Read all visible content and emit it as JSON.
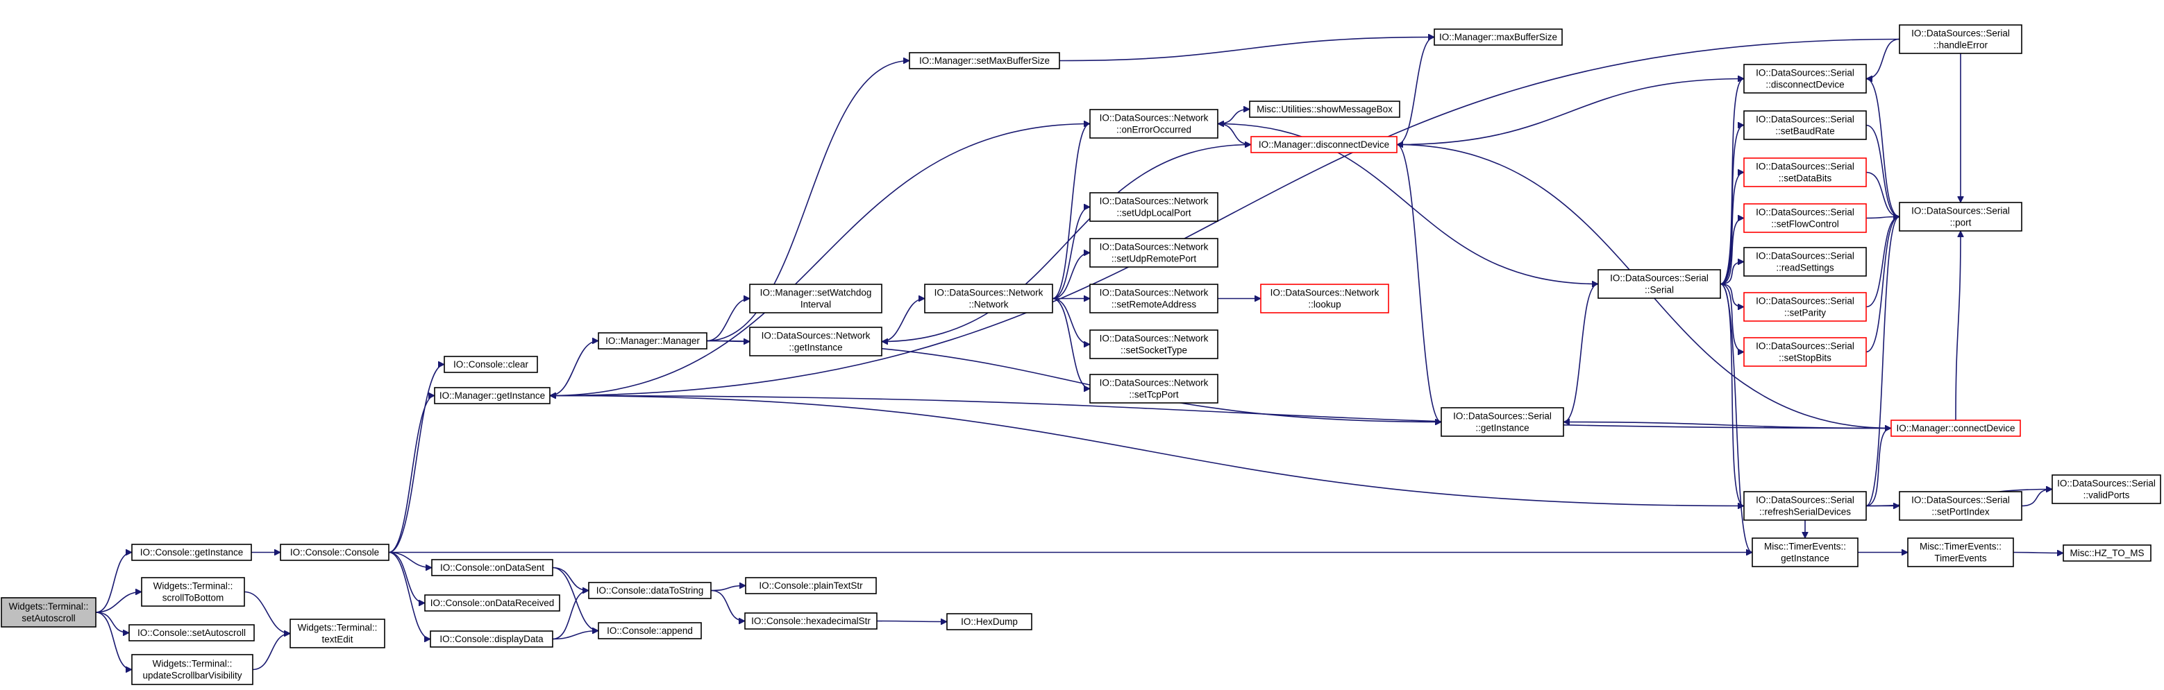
{
  "nodes": [
    {
      "id": "n_setAutoscroll",
      "lines": [
        "Widgets::Terminal::",
        "setAutoscroll"
      ],
      "style": "focus"
    },
    {
      "id": "n_consoleGetInstance",
      "lines": [
        "IO::Console::getInstance"
      ]
    },
    {
      "id": "n_scrollToBottom",
      "lines": [
        "Widgets::Terminal::",
        "scrollToBottom"
      ]
    },
    {
      "id": "n_setAutoscrollConsole",
      "lines": [
        "IO::Console::setAutoscroll"
      ]
    },
    {
      "id": "n_updateScrollbar",
      "lines": [
        "Widgets::Terminal::",
        "updateScrollbarVisibility"
      ]
    },
    {
      "id": "n_consoleConsole",
      "lines": [
        "IO::Console::Console"
      ]
    },
    {
      "id": "n_textEdit",
      "lines": [
        "Widgets::Terminal::",
        "textEdit"
      ]
    },
    {
      "id": "n_consoleClear",
      "lines": [
        "IO::Console::clear"
      ]
    },
    {
      "id": "n_managerGetInstance",
      "lines": [
        "IO::Manager::getInstance"
      ]
    },
    {
      "id": "n_onDataSent",
      "lines": [
        "IO::Console::onDataSent"
      ]
    },
    {
      "id": "n_onDataReceived",
      "lines": [
        "IO::Console::onDataReceived"
      ]
    },
    {
      "id": "n_displayData",
      "lines": [
        "IO::Console::displayData"
      ]
    },
    {
      "id": "n_dataToString",
      "lines": [
        "IO::Console::dataToString"
      ]
    },
    {
      "id": "n_append",
      "lines": [
        "IO::Console::append"
      ]
    },
    {
      "id": "n_plainTextStr",
      "lines": [
        "IO::Console::plainTextStr"
      ]
    },
    {
      "id": "n_hexadecimalStr",
      "lines": [
        "IO::Console::hexadecimalStr"
      ]
    },
    {
      "id": "n_hexDump",
      "lines": [
        "IO::HexDump"
      ]
    },
    {
      "id": "n_managerManager",
      "lines": [
        "IO::Manager::Manager"
      ]
    },
    {
      "id": "n_setMaxBufferSize",
      "lines": [
        "IO::Manager::setMaxBufferSize"
      ]
    },
    {
      "id": "n_setWatchdog",
      "lines": [
        "IO::Manager::setWatchdog",
        "Interval"
      ]
    },
    {
      "id": "n_netGetInstance",
      "lines": [
        "IO::DataSources::Network",
        "::getInstance"
      ]
    },
    {
      "id": "n_netNetwork",
      "lines": [
        "IO::DataSources::Network",
        "::Network"
      ]
    },
    {
      "id": "n_onErrorOccurred",
      "lines": [
        "IO::DataSources::Network",
        "::onErrorOccurred"
      ]
    },
    {
      "id": "n_setUdpLocalPort",
      "lines": [
        "IO::DataSources::Network",
        "::setUdpLocalPort"
      ]
    },
    {
      "id": "n_setUdpRemotePort",
      "lines": [
        "IO::DataSources::Network",
        "::setUdpRemotePort"
      ]
    },
    {
      "id": "n_setRemoteAddress",
      "lines": [
        "IO::DataSources::Network",
        "::setRemoteAddress"
      ]
    },
    {
      "id": "n_setSocketType",
      "lines": [
        "IO::DataSources::Network",
        "::setSocketType"
      ]
    },
    {
      "id": "n_setTcpPort",
      "lines": [
        "IO::DataSources::Network",
        "::setTcpPort"
      ]
    },
    {
      "id": "n_showMessageBox",
      "lines": [
        "Misc::Utilities::showMessageBox"
      ]
    },
    {
      "id": "n_disconnectDevice",
      "lines": [
        "IO::Manager::disconnectDevice"
      ],
      "style": "red"
    },
    {
      "id": "n_maxBufferSize",
      "lines": [
        "IO::Manager::maxBufferSize"
      ]
    },
    {
      "id": "n_lookup",
      "lines": [
        "IO::DataSources::Network",
        "::lookup"
      ],
      "style": "red"
    },
    {
      "id": "n_serialGetInstance",
      "lines": [
        "IO::DataSources::Serial",
        "::getInstance"
      ]
    },
    {
      "id": "n_serialSerial",
      "lines": [
        "IO::DataSources::Serial",
        "::Serial"
      ]
    },
    {
      "id": "n_serialDisconnect",
      "lines": [
        "IO::DataSources::Serial",
        "::disconnectDevice"
      ]
    },
    {
      "id": "n_setBaudRate",
      "lines": [
        "IO::DataSources::Serial",
        "::setBaudRate"
      ]
    },
    {
      "id": "n_setDataBits",
      "lines": [
        "IO::DataSources::Serial",
        "::setDataBits"
      ],
      "style": "red"
    },
    {
      "id": "n_setFlowControl",
      "lines": [
        "IO::DataSources::Serial",
        "::setFlowControl"
      ],
      "style": "red"
    },
    {
      "id": "n_readSettings",
      "lines": [
        "IO::DataSources::Serial",
        "::readSettings"
      ]
    },
    {
      "id": "n_setParity",
      "lines": [
        "IO::DataSources::Serial",
        "::setParity"
      ],
      "style": "red"
    },
    {
      "id": "n_setStopBits",
      "lines": [
        "IO::DataSources::Serial",
        "::setStopBits"
      ],
      "style": "red"
    },
    {
      "id": "n_connectDevice",
      "lines": [
        "IO::Manager::connectDevice"
      ],
      "style": "red"
    },
    {
      "id": "n_refreshSerialDevices",
      "lines": [
        "IO::DataSources::Serial",
        "::refreshSerialDevices"
      ]
    },
    {
      "id": "n_timerGetInstance",
      "lines": [
        "Misc::TimerEvents::",
        "getInstance"
      ]
    },
    {
      "id": "n_handleError",
      "lines": [
        "IO::DataSources::Serial",
        "::handleError"
      ]
    },
    {
      "id": "n_port",
      "lines": [
        "IO::DataSources::Serial",
        "::port"
      ]
    },
    {
      "id": "n_setPortIndex",
      "lines": [
        "IO::DataSources::Serial",
        "::setPortIndex"
      ]
    },
    {
      "id": "n_validPorts",
      "lines": [
        "IO::DataSources::Serial",
        "::validPorts"
      ]
    },
    {
      "id": "n_timerEvents",
      "lines": [
        "Misc::TimerEvents::",
        "TimerEvents"
      ]
    },
    {
      "id": "n_hzToMs",
      "lines": [
        "Misc::HZ_TO_MS"
      ]
    }
  ],
  "edges": [
    [
      "n_setAutoscroll",
      "n_consoleGetInstance"
    ],
    [
      "n_setAutoscroll",
      "n_scrollToBottom"
    ],
    [
      "n_setAutoscroll",
      "n_setAutoscrollConsole"
    ],
    [
      "n_setAutoscroll",
      "n_updateScrollbar"
    ],
    [
      "n_consoleGetInstance",
      "n_consoleConsole"
    ],
    [
      "n_scrollToBottom",
      "n_textEdit"
    ],
    [
      "n_updateScrollbar",
      "n_textEdit"
    ],
    [
      "n_consoleConsole",
      "n_consoleClear"
    ],
    [
      "n_consoleConsole",
      "n_managerGetInstance"
    ],
    [
      "n_consoleConsole",
      "n_onDataSent"
    ],
    [
      "n_consoleConsole",
      "n_onDataReceived"
    ],
    [
      "n_consoleConsole",
      "n_displayData"
    ],
    [
      "n_consoleConsole",
      "n_timerGetInstance"
    ],
    [
      "n_onDataSent",
      "n_dataToString"
    ],
    [
      "n_onDataSent",
      "n_append"
    ],
    [
      "n_displayData",
      "n_dataToString"
    ],
    [
      "n_displayData",
      "n_append"
    ],
    [
      "n_dataToString",
      "n_plainTextStr"
    ],
    [
      "n_dataToString",
      "n_hexadecimalStr"
    ],
    [
      "n_hexadecimalStr",
      "n_hexDump"
    ],
    [
      "n_managerGetInstance",
      "n_managerManager"
    ],
    [
      "n_managerManager",
      "n_setMaxBufferSize"
    ],
    [
      "n_managerManager",
      "n_setWatchdog"
    ],
    [
      "n_managerManager",
      "n_netGetInstance"
    ],
    [
      "n_managerManager",
      "n_serialGetInstance"
    ],
    [
      "n_setMaxBufferSize",
      "n_maxBufferSize"
    ],
    [
      "n_netGetInstance",
      "n_netNetwork"
    ],
    [
      "n_netNetwork",
      "n_onErrorOccurred"
    ],
    [
      "n_netNetwork",
      "n_setUdpLocalPort"
    ],
    [
      "n_netNetwork",
      "n_setUdpRemotePort"
    ],
    [
      "n_netNetwork",
      "n_setRemoteAddress"
    ],
    [
      "n_netNetwork",
      "n_setSocketType"
    ],
    [
      "n_netNetwork",
      "n_setTcpPort"
    ],
    [
      "n_onErrorOccurred",
      "n_showMessageBox"
    ],
    [
      "n_onErrorOccurred",
      "n_disconnectDevice"
    ],
    [
      "n_onErrorOccurred",
      "n_managerGetInstance"
    ],
    [
      "n_setRemoteAddress",
      "n_lookup"
    ],
    [
      "n_disconnectDevice",
      "n_maxBufferSize"
    ],
    [
      "n_disconnectDevice",
      "n_netGetInstance"
    ],
    [
      "n_disconnectDevice",
      "n_serialGetInstance"
    ],
    [
      "n_disconnectDevice",
      "n_serialDisconnect"
    ],
    [
      "n_serialGetInstance",
      "n_serialSerial"
    ],
    [
      "n_serialSerial",
      "n_serialDisconnect"
    ],
    [
      "n_serialSerial",
      "n_setBaudRate"
    ],
    [
      "n_serialSerial",
      "n_setDataBits"
    ],
    [
      "n_serialSerial",
      "n_setFlowControl"
    ],
    [
      "n_serialSerial",
      "n_readSettings"
    ],
    [
      "n_serialSerial",
      "n_setParity"
    ],
    [
      "n_serialSerial",
      "n_setStopBits"
    ],
    [
      "n_serialSerial",
      "n_refreshSerialDevices"
    ],
    [
      "n_serialSerial",
      "n_timerGetInstance"
    ],
    [
      "n_serialSerial",
      "n_onErrorOccurred"
    ],
    [
      "n_serialDisconnect",
      "n_port"
    ],
    [
      "n_setBaudRate",
      "n_port"
    ],
    [
      "n_setDataBits",
      "n_port"
    ],
    [
      "n_setFlowControl",
      "n_port"
    ],
    [
      "n_setParity",
      "n_port"
    ],
    [
      "n_setStopBits",
      "n_port"
    ],
    [
      "n_handleError",
      "n_serialDisconnect"
    ],
    [
      "n_handleError",
      "n_port"
    ],
    [
      "n_handleError",
      "n_managerGetInstance"
    ],
    [
      "n_connectDevice",
      "n_disconnectDevice"
    ],
    [
      "n_connectDevice",
      "n_serialGetInstance"
    ],
    [
      "n_connectDevice",
      "n_port"
    ],
    [
      "n_connectDevice",
      "n_managerGetInstance"
    ],
    [
      "n_refreshSerialDevices",
      "n_connectDevice"
    ],
    [
      "n_refreshSerialDevices",
      "n_setPortIndex"
    ],
    [
      "n_refreshSerialDevices",
      "n_validPorts"
    ],
    [
      "n_refreshSerialDevices",
      "n_managerGetInstance"
    ],
    [
      "n_refreshSerialDevices",
      "n_timerGetInstance"
    ],
    [
      "n_setPortIndex",
      "n_validPorts"
    ],
    [
      "n_timerGetInstance",
      "n_timerEvents"
    ],
    [
      "n_timerEvents",
      "n_hzToMs"
    ],
    [
      "n_refreshSerialDevices",
      "n_port"
    ]
  ]
}
